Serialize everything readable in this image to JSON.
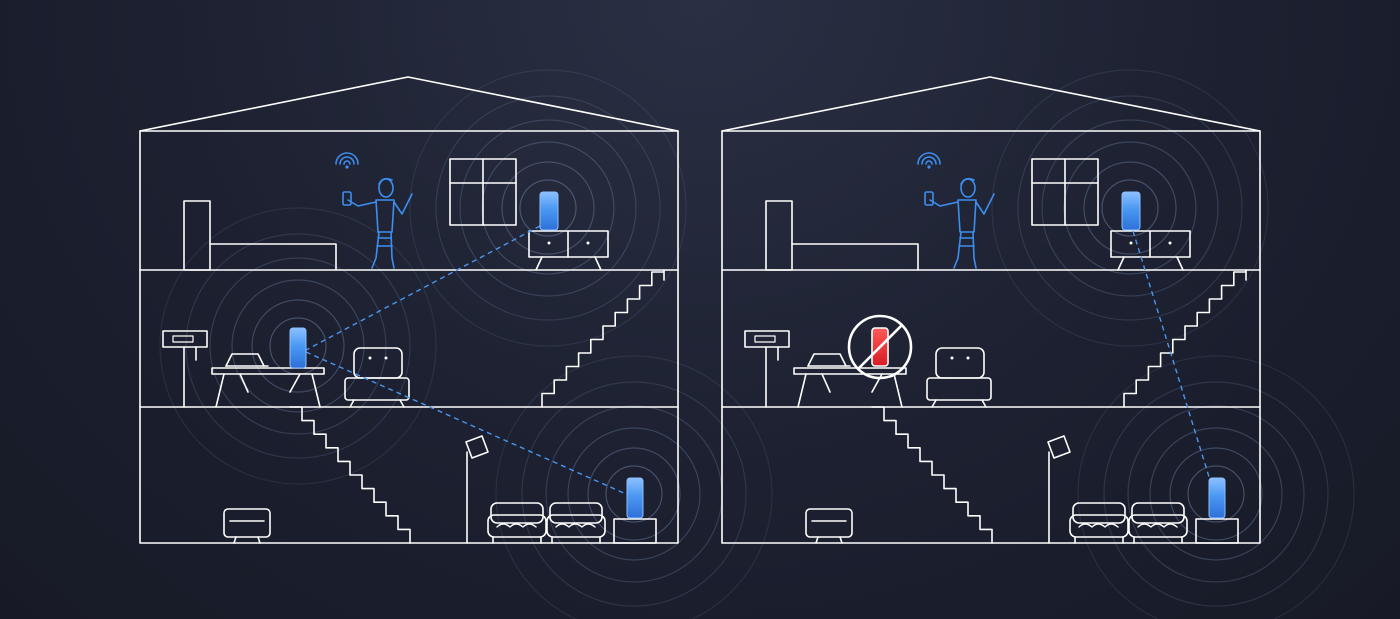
{
  "colors": {
    "outline": "#ffffff",
    "node": "#3e8ef0",
    "node_light": "#8cc0ff",
    "link": "#4a96ee",
    "ripple": "#8aa0c8",
    "failed_node": "#e8262c"
  },
  "icons": {
    "node": "mesh-router-icon",
    "failed": "no-entry-icon",
    "signal": "wifi-icon"
  },
  "scenes": [
    {
      "name": "all-nodes-online",
      "ripples": [
        "top",
        "middle",
        "bottom"
      ],
      "links": [
        "top-middle",
        "middle-bottom"
      ],
      "middle_node_failed": false
    },
    {
      "name": "middle-node-offline",
      "ripples": [
        "top",
        "bottom"
      ],
      "links": [
        "top-bottom"
      ],
      "middle_node_failed": true
    }
  ]
}
